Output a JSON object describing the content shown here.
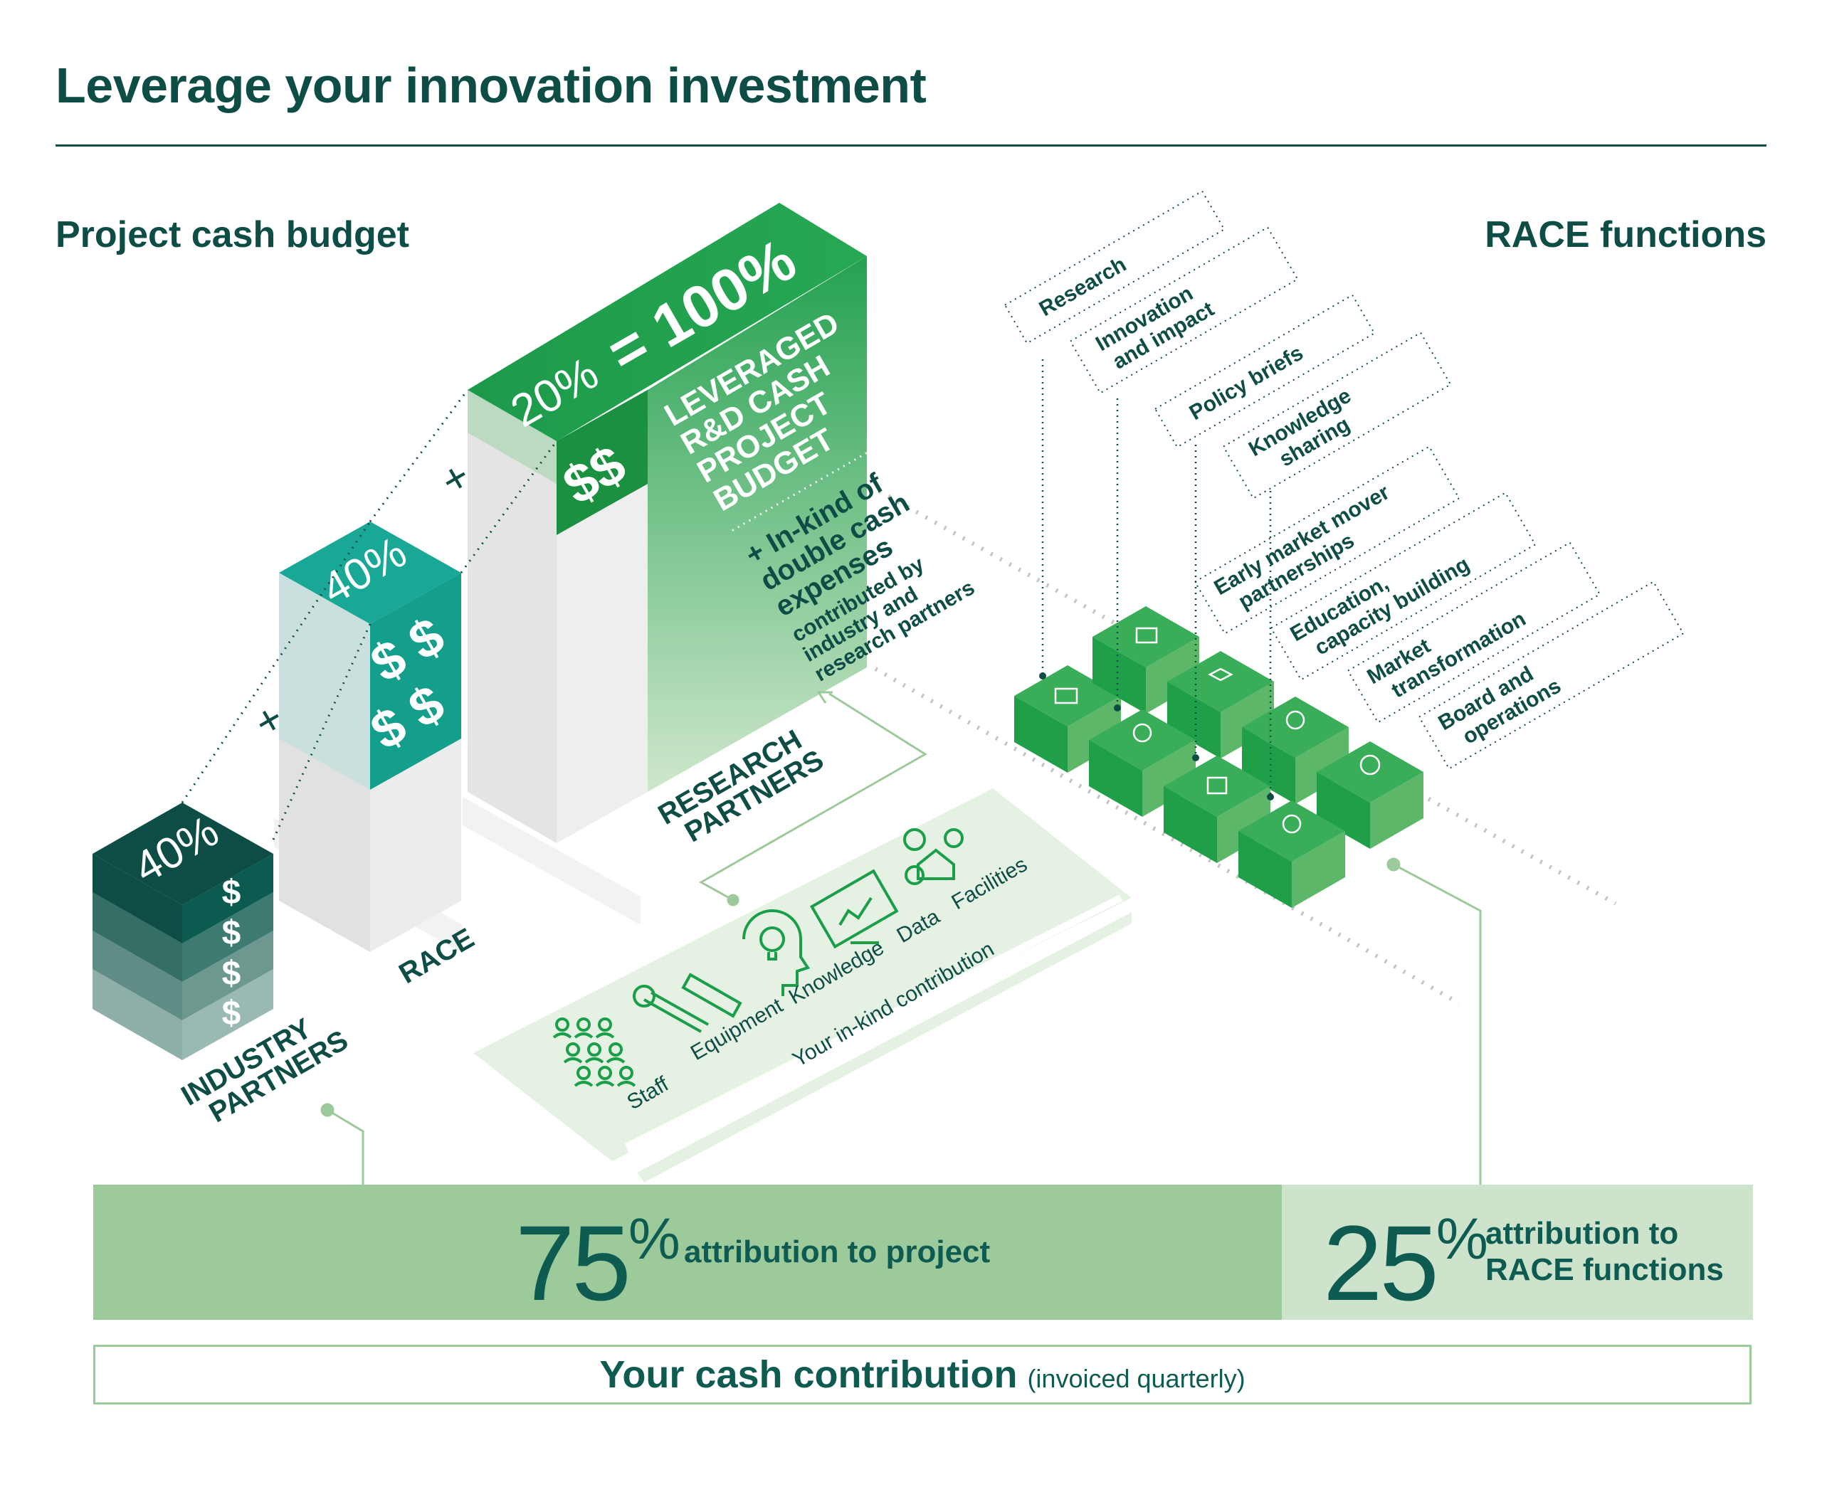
{
  "title": "Leverage your innovation investment",
  "left_heading": "Project cash budget",
  "right_heading": "RACE functions",
  "columns": {
    "industry": {
      "percent": "40%",
      "dollars": [
        "$",
        "$",
        "$",
        "$"
      ],
      "label_lines": [
        "INDUSTRY",
        "PARTNERS"
      ]
    },
    "race": {
      "percent": "40%",
      "dollars": [
        "$ $",
        "$ $"
      ],
      "label": "RACE"
    },
    "research": {
      "percent": "20%",
      "equals": "= 100%",
      "dollars": "$$",
      "label_lines": [
        "RESEARCH",
        "PARTNERS"
      ]
    }
  },
  "plus_signs": [
    "+",
    "+"
  ],
  "leveraged_lines": [
    "LEVERAGED",
    "R&D CASH",
    "PROJECT",
    "BUDGET"
  ],
  "inkind_lines": [
    "+ In-kind of",
    "double cash",
    "expenses"
  ],
  "contributed_lines": [
    "contributed by",
    "industry and",
    "research partners"
  ],
  "inkind_items": [
    {
      "label": "Staff",
      "icon": "staff-icon"
    },
    {
      "label": "Equipment",
      "icon": "tools-icon"
    },
    {
      "label": "Knowledge",
      "icon": "idea-head-icon"
    },
    {
      "label": "Data",
      "icon": "monitor-chart-icon"
    },
    {
      "label": "Facilities",
      "icon": "facility-icon"
    }
  ],
  "inkind_caption": "Your in-kind contribution",
  "race_functions": [
    [
      "Research"
    ],
    [
      "Innovation",
      "and impact"
    ],
    [
      "Policy briefs"
    ],
    [
      "Knowledge",
      "sharing"
    ],
    [
      "Early market mover",
      "partnerships"
    ],
    [
      "Education,",
      "capacity building"
    ],
    [
      "Market",
      "transformation"
    ],
    [
      "Board and",
      "operations"
    ]
  ],
  "attribution_project": {
    "number": "75",
    "sign": "%",
    "label": "attribution to project"
  },
  "attribution_race": {
    "number": "25",
    "sign": "%",
    "label_lines": [
      "attribution to",
      "RACE functions"
    ]
  },
  "cash_contribution": {
    "main": "Your cash contribution",
    "sub": "(invoiced quarterly)"
  },
  "colors": {
    "dark_teal": "#0e4d45",
    "teal": "#149e8c",
    "green": "#1a9e4a",
    "light_green": "#9dca9b",
    "pale_green": "#cde3cb",
    "cube_green": "#2fa84f"
  }
}
